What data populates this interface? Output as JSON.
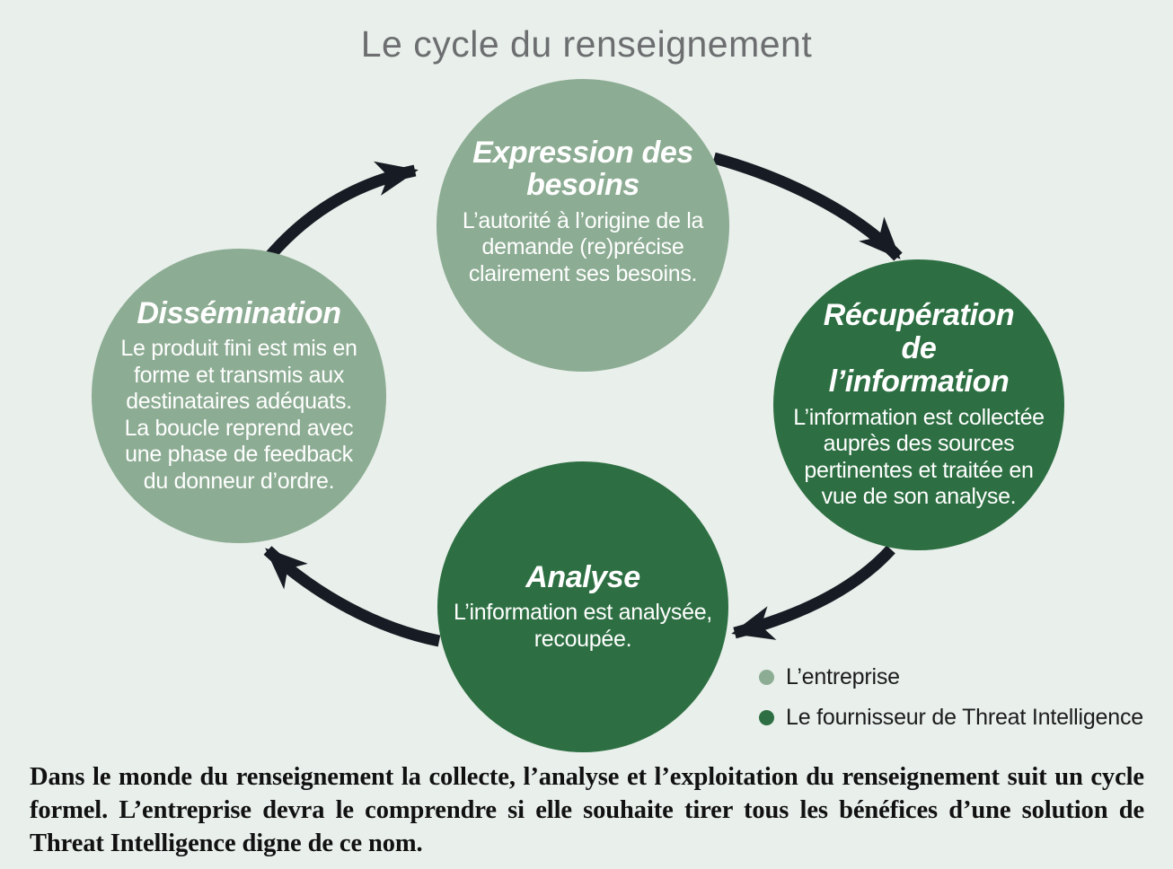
{
  "title": "Le cycle du renseignement",
  "colors": {
    "background": "#e9efeb",
    "entreprise_green": "#8cac93",
    "fournisseur_green": "#2d6f42",
    "arrow": "#171b23",
    "title_gray": "#6c6e70"
  },
  "cycle": {
    "steps": [
      {
        "id": "expression",
        "title": "Expression des besoins",
        "body": "L’autorité à l’origine de la demande (re)précise clairement ses besoins.",
        "actor": "entreprise"
      },
      {
        "id": "recuperation",
        "title": "Récupération de l’information",
        "body": "L’information est collectée auprès des sources pertinentes et traitée en vue de son analyse.",
        "actor": "fournisseur"
      },
      {
        "id": "analyse",
        "title": "Analyse",
        "body": "L’information est analysée, recoupée.",
        "actor": "fournisseur"
      },
      {
        "id": "dissemination",
        "title": "Dissémination",
        "body": "Le produit fini est mis en forme et transmis aux destinataires adéquats. La boucle reprend avec une phase de feedback du donneur d’ordre.",
        "actor": "entreprise"
      }
    ]
  },
  "legend": {
    "items": [
      {
        "label": "L’entreprise",
        "color": "#8cac93"
      },
      {
        "label": "Le fournisseur de Threat Intelligence",
        "color": "#2d6f42"
      }
    ]
  },
  "caption": "Dans le monde du renseignement la collecte, l’analyse et l’exploitation du renseignement suit un cycle formel. L’entreprise devra le comprendre si elle souhaite tirer tous les bénéfices d’une solution de Threat Intelligence digne de ce nom."
}
